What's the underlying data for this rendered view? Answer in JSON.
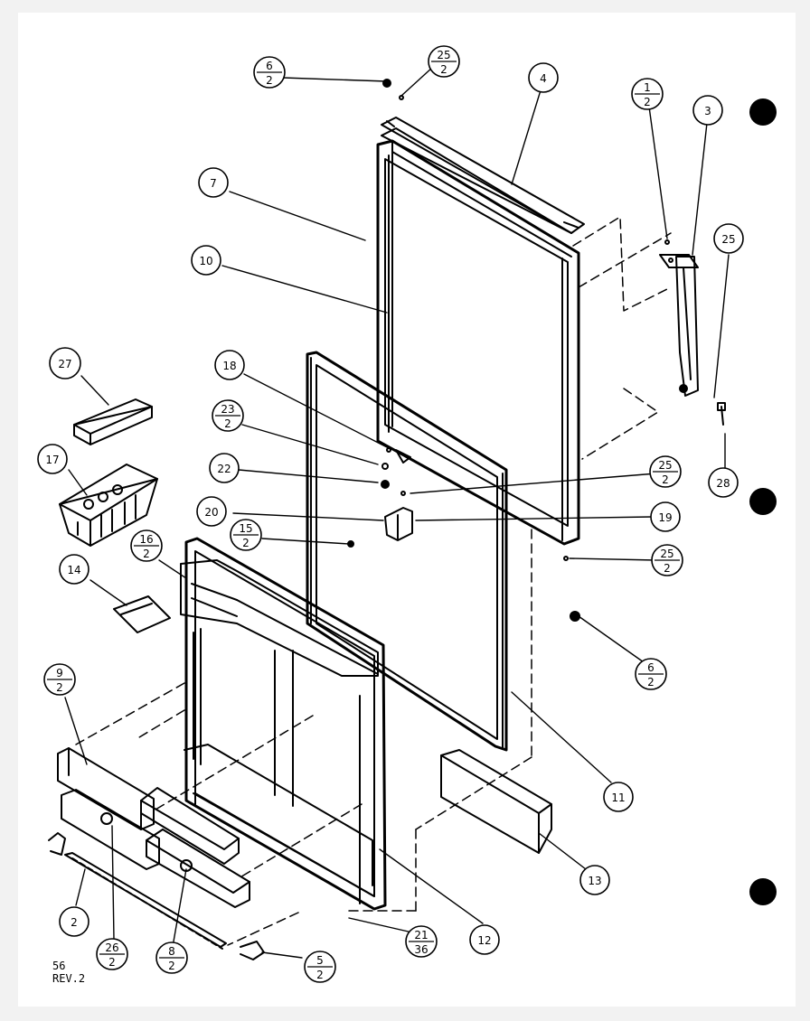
{
  "diagram": {
    "callouts": {
      "c_6_2_top": [
        "6",
        "2"
      ],
      "c_25_2_top": [
        "25",
        "2"
      ],
      "c_4": "4",
      "c_1_2": [
        "1",
        "2"
      ],
      "c_3": "3",
      "c_7": "7",
      "c_10": "10",
      "c_25": "25",
      "c_27": "27",
      "c_18": "18",
      "c_23_2": [
        "23",
        "2"
      ],
      "c_22": "22",
      "c_25_2_mid": [
        "25",
        "2"
      ],
      "c_28": "28",
      "c_17": "17",
      "c_20": "20",
      "c_19": "19",
      "c_15_2": [
        "15",
        "2"
      ],
      "c_25_2_low": [
        "25",
        "2"
      ],
      "c_16_2": [
        "16",
        "2"
      ],
      "c_14": "14",
      "c_6_2_right": [
        "6",
        "2"
      ],
      "c_9_2": [
        "9",
        "2"
      ],
      "c_11": "11",
      "c_13": "13",
      "c_2": "2",
      "c_12": "12",
      "c_26_2": [
        "26",
        "2"
      ],
      "c_8_2": [
        "8",
        "2"
      ],
      "c_5_2": [
        "5",
        "2"
      ],
      "c_21_36": [
        "21",
        "36"
      ]
    },
    "footer": {
      "code": "56",
      "revision": "REV.2"
    }
  }
}
